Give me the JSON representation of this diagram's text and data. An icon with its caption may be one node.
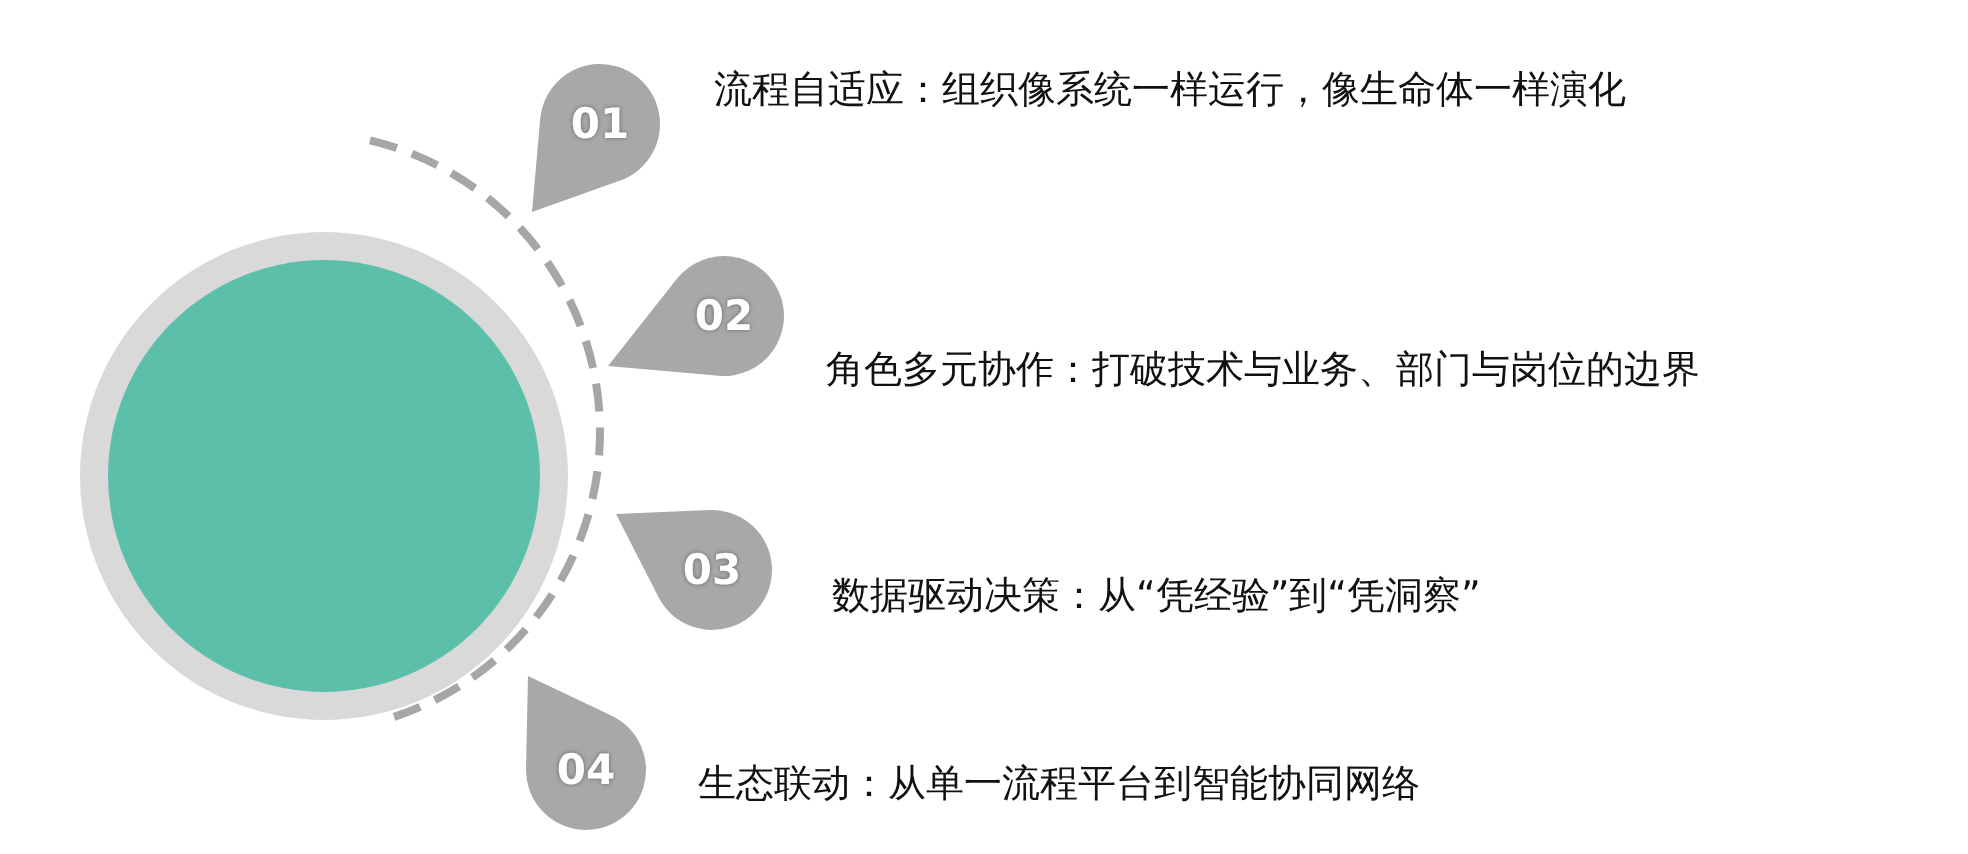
{
  "diagram": {
    "nodes": [
      {
        "text": [],
        "shape": "circle"
      },
      {
        "text": [
          "01"
        ],
        "beside": [
          "流程自适应：组织像系统一样运行，像生命体一样演化"
        ]
      },
      {
        "text": [
          "02"
        ],
        "beside": [
          "角色多元协作：打破技术与业务、部门与岗位的边界"
        ]
      },
      {
        "text": [
          "03"
        ],
        "beside": [
          "数据驱动决策：从“凭经验”到“凭洞察”"
        ]
      },
      {
        "text": [
          "04"
        ],
        "beside": [
          "生态联动：从单一流程平台到智能协同网络"
        ]
      }
    ]
  }
}
